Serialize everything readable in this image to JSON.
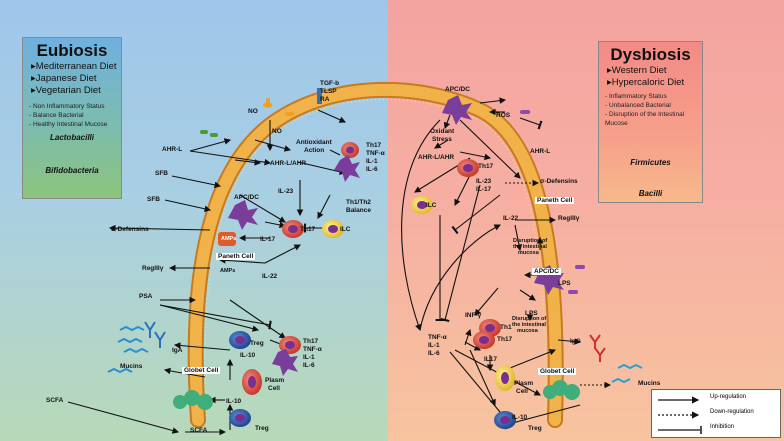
{
  "eubiosis": {
    "title": "Eubiosis",
    "diets": [
      "Mediterranean Diet",
      "Japanese Diet",
      "Vegetarian Diet"
    ],
    "status": [
      "Non Inflammatory Status",
      "Balance Bacterial",
      "Healthy Intestinal Mucose"
    ],
    "bacteria": [
      "Lactobacilli",
      "Bifidobacteria"
    ]
  },
  "dysbiosis": {
    "title": "Dysbiosis",
    "diets": [
      "Western Diet",
      "Hypercaloric Diet"
    ],
    "status": [
      "Inflammatory Status",
      "Unbalanced Bacterial",
      "Disruption of the Intestinal Mucose"
    ],
    "bacteria": [
      "Firmicutes",
      "Bacilli"
    ]
  },
  "left_labels": {
    "no1": "NO",
    "no2": "NO",
    "tgf": "TGF-b",
    "tlsp": "TLSP",
    "ra": "RA",
    "antioxidant": "Antioxidant",
    "action": "Action",
    "th17": "Th17",
    "tnf": "TNF-α",
    "il1": "IL-1",
    "il6": "IL-6",
    "ahrl": "AHR-L",
    "ahrl_ahr": "AHR-L/AHR",
    "sfb1": "SFB",
    "sfb2": "SFB",
    "il23": "IL-23",
    "th1th2": "Th1/Th2",
    "balance": "Balance",
    "apc": "APC/DC",
    "defensins": "σ-Defensins",
    "amps1": "AMPs",
    "il17": "IL-17",
    "th17b": "Th17",
    "ilc": "ILC",
    "paneth": "Paneth Cell",
    "regiii": "RegIIIγ",
    "amps2": "AMPs",
    "il22": "IL-22",
    "psa": "PSA",
    "treg": "Treg",
    "th17c": "Th17",
    "tnf2": "TNF-α",
    "il10": "IL-10",
    "il1b": "IL-1",
    "il6b": "IL-6",
    "iga": "IgA",
    "mucins": "Mucins",
    "goblet": "Globet Cell",
    "plasm1": "Plasm",
    "cell1": "Cell",
    "scfa1": "SCFA",
    "scfa2": "SCFA",
    "il10b": "IL-10",
    "treg2": "Treg"
  },
  "right_labels": {
    "apc": "APC/DC",
    "ros": "ROS",
    "oxidant": "Oxidant",
    "stress": "Stress",
    "ahrl": "AHR-L",
    "ahrl_ahr": "AHR-L/AHR",
    "th17": "Th17",
    "ilc": "ILC",
    "il23": "IL-23",
    "il17": "IL-17",
    "defensins": "σ-Defensins",
    "paneth": "Paneth Cell",
    "il22": "IL-22",
    "regiii": "RegIIIγ",
    "disrupt1a": "Disruption of",
    "disrupt1b": "the intestinal",
    "disrupt1c": "mucosa",
    "apc2": "APC/DC",
    "lps1": "LPS",
    "infy": "INF-γ",
    "lps2": "LPS",
    "disrupt2a": "Disruption of",
    "disrupt2b": "the intestinal",
    "disrupt2c": "mucosa",
    "tnf": "TNF-α",
    "il1": "IL-1",
    "il6": "IL-6",
    "th1": "Th1",
    "th17b": "Th17",
    "il17b": "IL17",
    "igg": "IgG",
    "plasm": "Plasm",
    "cell": "Cell",
    "goblet": "Globet Cell",
    "mucins": "Mucins",
    "il10": "IL-10",
    "treg": "Treg"
  },
  "legend": {
    "up": "Up-regulation",
    "down": "Down-regulation",
    "inhibition": "Inhibition"
  },
  "colors": {
    "left_bg": "#a9cfe3",
    "right_bg": "#f6b0a2",
    "membrane": "#e8a33a",
    "cell_red": "#d94b3f",
    "cell_blue": "#2f5fa8",
    "cell_yellow": "#f0d84a",
    "dc_purple": "#7a3d9a"
  }
}
